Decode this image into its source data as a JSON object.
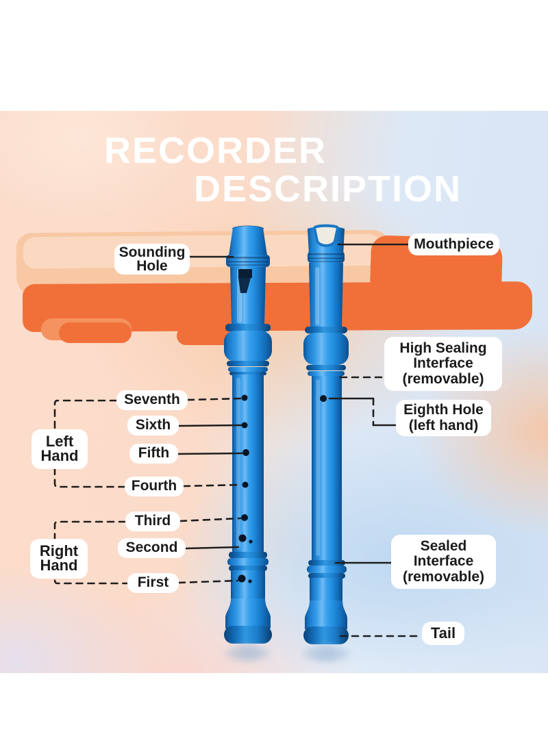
{
  "header": {
    "title_line1": "RECORDER",
    "title_line2": "DESCRIPTION"
  },
  "callouts": {
    "sounding_hole": {
      "lines": [
        "Sounding",
        "Hole"
      ]
    },
    "mouthpiece": {
      "text": "Mouthpiece"
    },
    "seventh": {
      "text": "Seventh"
    },
    "sixth": {
      "text": "Sixth"
    },
    "fifth": {
      "text": "Fifth"
    },
    "fourth": {
      "text": "Fourth"
    },
    "third": {
      "text": "Third"
    },
    "second": {
      "text": "Second"
    },
    "first": {
      "text": "First"
    },
    "left_hand": {
      "lines": [
        "Left",
        "Hand"
      ]
    },
    "right_hand": {
      "lines": [
        "Right",
        "Hand"
      ]
    },
    "high_sealing_interface": {
      "lines": [
        "High Sealing",
        "Interface",
        "(removable)"
      ]
    },
    "eighth_hole": {
      "lines": [
        "Eighth Hole",
        "(left hand)"
      ]
    },
    "sealed_interface": {
      "lines": [
        "Sealed",
        "Interface",
        "(removable)"
      ]
    },
    "tail": {
      "text": "Tail"
    }
  },
  "colors": {
    "brush-orange": "#f1703a",
    "brush-light": "#f8c8a4",
    "brush-lighter": "#fbd9c1",
    "recorder-blue": "#2492e4",
    "recorder-blue-dark": "#0d5396",
    "recorder-highlight": "#6ebbf4",
    "label-text": "#1b1b1b",
    "line-color": "#1e1e1e",
    "bg-peach": "#fcdccb",
    "bg-blue": "#d6e4f4",
    "mouthpiece-white": "#eeece0"
  }
}
